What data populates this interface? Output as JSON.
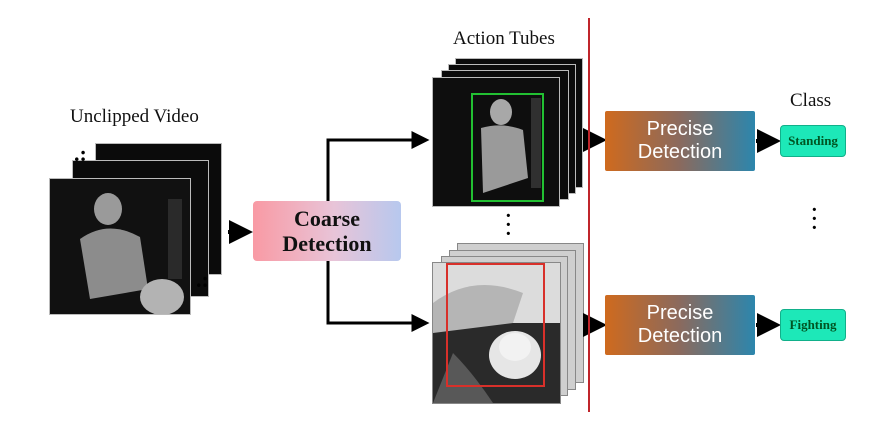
{
  "labels": {
    "unclipped_video": "Unclipped Video",
    "action_tubes": "Action Tubes",
    "class_header": "Class"
  },
  "coarse_detection": "Coarse Detection",
  "precise_detection_top": "Precise Detection",
  "precise_detection_bottom": "Precise Detection",
  "classes": {
    "top": "Standing",
    "bottom": "Fighting"
  },
  "colors": {
    "separator_line": "#c0252b",
    "green_box": "#22c032",
    "red_box": "#d8302a",
    "class_box": "#1de8b8"
  }
}
